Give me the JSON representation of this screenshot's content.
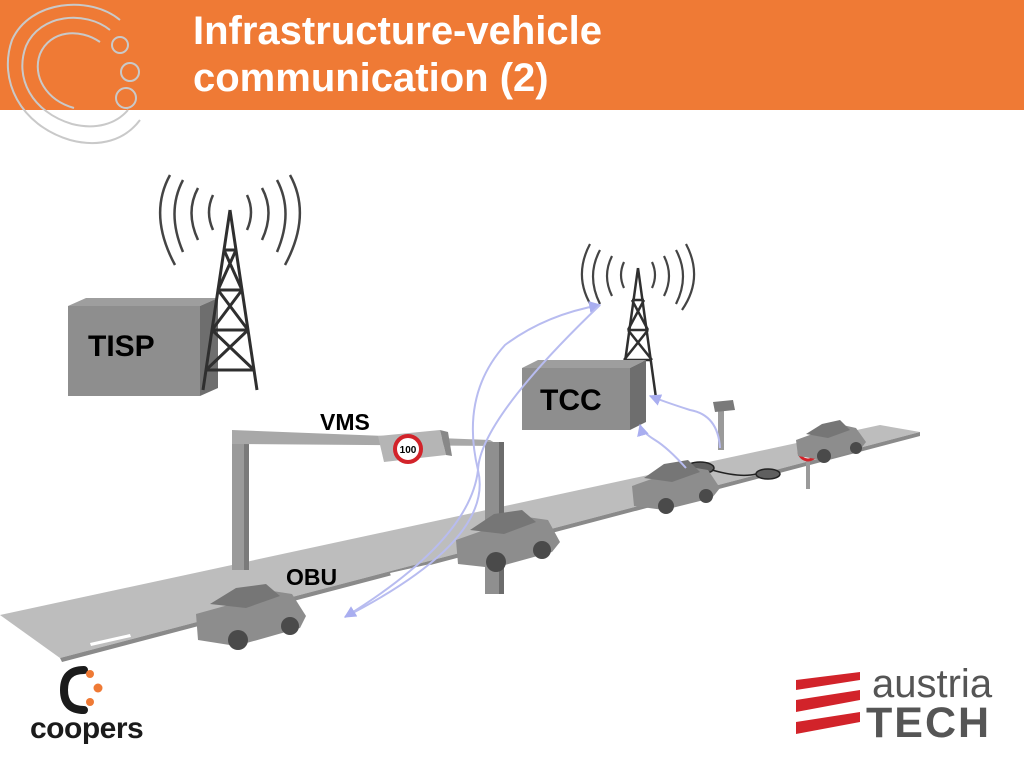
{
  "header": {
    "title_line1": "Infrastructure-vehicle",
    "title_line2": "communication (2)",
    "color": "#ef7a35"
  },
  "diagram": {
    "tisp_label": "TISP",
    "tcc_label": "TCC",
    "vms_label": "VMS",
    "obu_label": "OBU",
    "speed_limit": "100",
    "arrow_color": "#b8bcf0"
  },
  "logos": {
    "coopers": "coopers",
    "austria": "austria",
    "tech": "TECH",
    "austria_stripe_color": "#d2232a"
  }
}
